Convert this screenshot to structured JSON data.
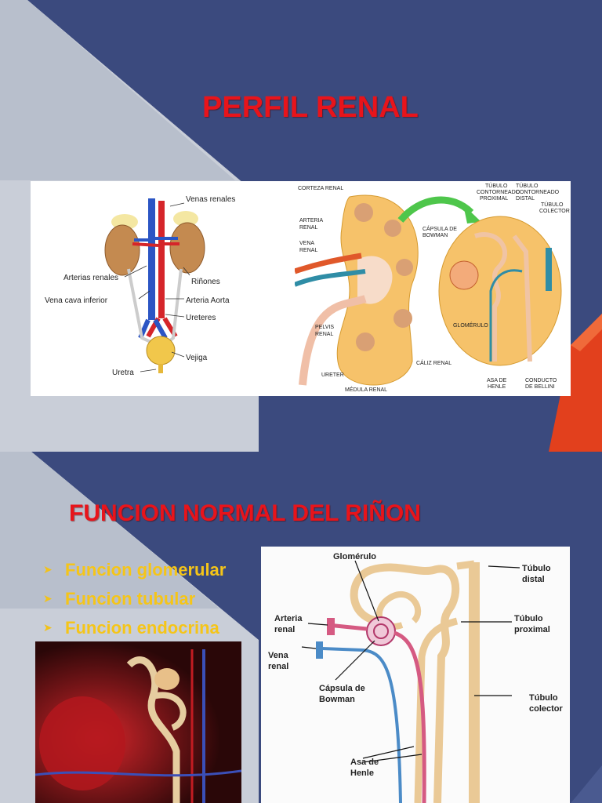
{
  "slide1": {
    "title": "PERFIL RENAL",
    "left_diagram": {
      "labels": [
        "Venas renales",
        "Arterias renales",
        "Riñones",
        "Vena cava inferior",
        "Arteria Aorta",
        "Ureteres",
        "Vejiga",
        "Uretra"
      ]
    },
    "right_diagram": {
      "labels": {
        "corteza": "CORTEZA RENAL",
        "arteria1": "ARTERIA",
        "arteria2": "RENAL",
        "vena1": "VENA",
        "vena2": "RENAL",
        "pelvis1": "PELVIS",
        "pelvis2": "RENAL",
        "ureter": "URETER",
        "medula": "MÉDULA RENAL",
        "caliz": "CÁLIZ RENAL",
        "tcp1": "TÚBULO",
        "tcp2": "CONTORNEADO",
        "tcp3": "PROXIMAL",
        "tcd1": "TÚBULO",
        "tcd2": "CONTORNEADO",
        "tcd3": "DISTAL",
        "tc1": "TÚBULO",
        "tc2": "COLECTOR",
        "capsula1": "CÁPSULA DE",
        "capsula2": "BOWMAN",
        "glomerulo": "GLOMÉRULO",
        "asa1": "ASA DE",
        "asa2": "HENLE",
        "conducto1": "CONDUCTO",
        "conducto2": "DE BELLINI"
      }
    }
  },
  "slide2": {
    "title": "FUNCION NORMAL DEL RIÑON",
    "bullets": [
      "Funcion glomerular",
      "Funcion tubular",
      "Funcion endocrina"
    ],
    "diagram_labels": {
      "glomerulo": "Glomérulo",
      "tubulo_distal1": "Túbulo",
      "tubulo_distal2": "distal",
      "arteria1": "Arteria",
      "arteria2": "renal",
      "tubulo_prox1": "Túbulo",
      "tubulo_prox2": "proximal",
      "vena1": "Vena",
      "vena2": "renal",
      "capsula1": "Cápsula de",
      "capsula2": "Bowman",
      "tubulo_col1": "Túbulo",
      "tubulo_col2": "colector",
      "asa1": "Asa de",
      "asa2": "Henle"
    }
  },
  "colors": {
    "background": "#3b4a7e",
    "title": "#e8141b",
    "bullet_text": "#f5c518",
    "accent": "#e8401a"
  }
}
